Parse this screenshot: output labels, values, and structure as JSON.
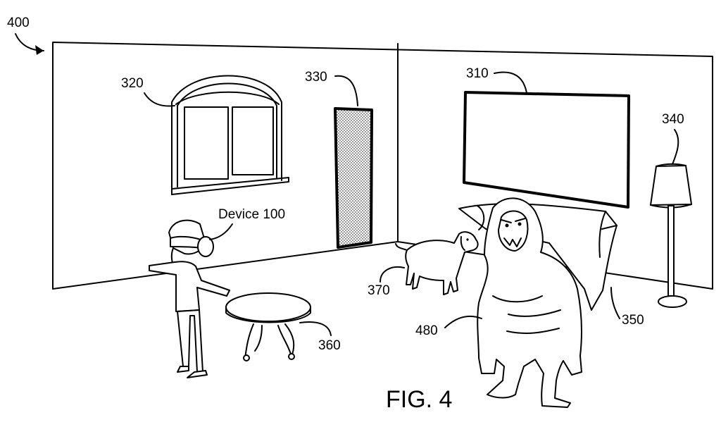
{
  "labels": {
    "room": "400",
    "window": "320",
    "door": "330",
    "tv": "310",
    "lamp": "340",
    "device": "Device 100",
    "dog": "370",
    "monster": "480",
    "couch": "350",
    "table": "360"
  },
  "figure_caption": "FIG. 4",
  "colors": {
    "ink": "#000000",
    "paper": "#ffffff",
    "door_fill": "#cfcfcf"
  }
}
